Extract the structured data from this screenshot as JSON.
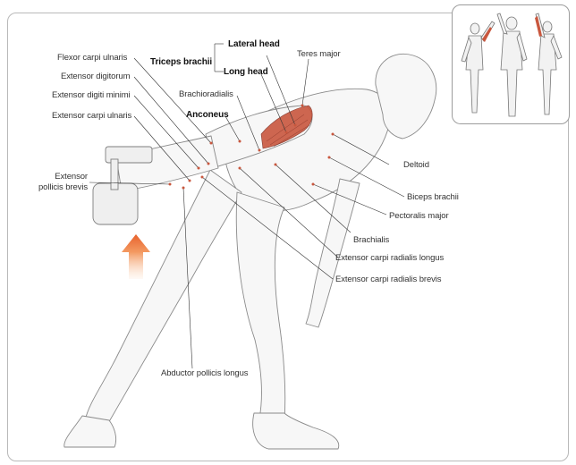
{
  "labels": {
    "flexor_carpi_ulnaris": "Flexor carpi ulnaris",
    "extensor_digitorum": "Extensor digitorum",
    "extensor_digiti_minimi": "Extensor digiti minimi",
    "extensor_carpi_ulnaris": "Extensor carpi ulnaris",
    "extensor_pollicis_brevis_1": "Extensor",
    "extensor_pollicis_brevis_2": "pollicis brevis",
    "triceps_brachii": "Triceps brachii",
    "lateral_head": "Lateral head",
    "long_head": "Long head",
    "teres_major": "Teres major",
    "brachioradialis": "Brachioradialis",
    "anconeus": "Anconeus",
    "deltoid": "Deltoid",
    "biceps_brachii": "Biceps brachii",
    "pectoralis_major": "Pectoralis major",
    "brachialis": "Brachialis",
    "extensor_carpi_radialis_longus": "Extensor carpi radialis longus",
    "extensor_carpi_radialis_brevis": "Extensor carpi radialis brevis",
    "abductor_pollicis_longus": "Abductor pollicis longus"
  },
  "colors": {
    "highlight_muscle": "#c9573e",
    "arrow": "#e8763c",
    "leader_line": "#333333",
    "sketch": "#8a8a8a",
    "border": "#b9b9b9"
  }
}
